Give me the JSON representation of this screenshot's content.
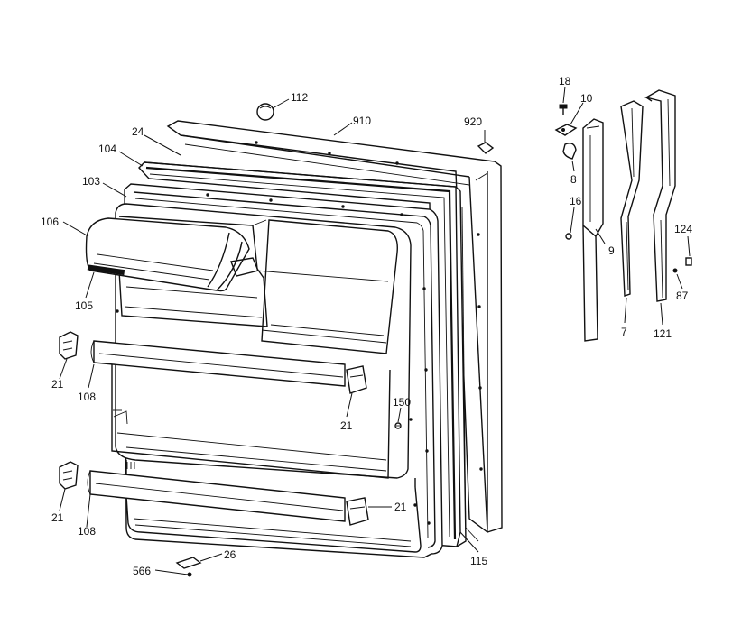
{
  "diagram": {
    "callouts": {
      "c112": "112",
      "c910": "910",
      "c920": "920",
      "c24": "24",
      "c104": "104",
      "c103": "103",
      "c106": "106",
      "c105": "105",
      "c21a": "21",
      "c108a": "108",
      "c21b": "21",
      "c150": "150",
      "c21c": "21",
      "c108b": "108",
      "c21d": "21",
      "c115": "115",
      "c26": "26",
      "c566": "566",
      "c18": "18",
      "c10": "10",
      "c8": "8",
      "c16": "16",
      "c9": "9",
      "c7": "7",
      "c121": "121",
      "c124": "124",
      "c87": "87"
    }
  }
}
